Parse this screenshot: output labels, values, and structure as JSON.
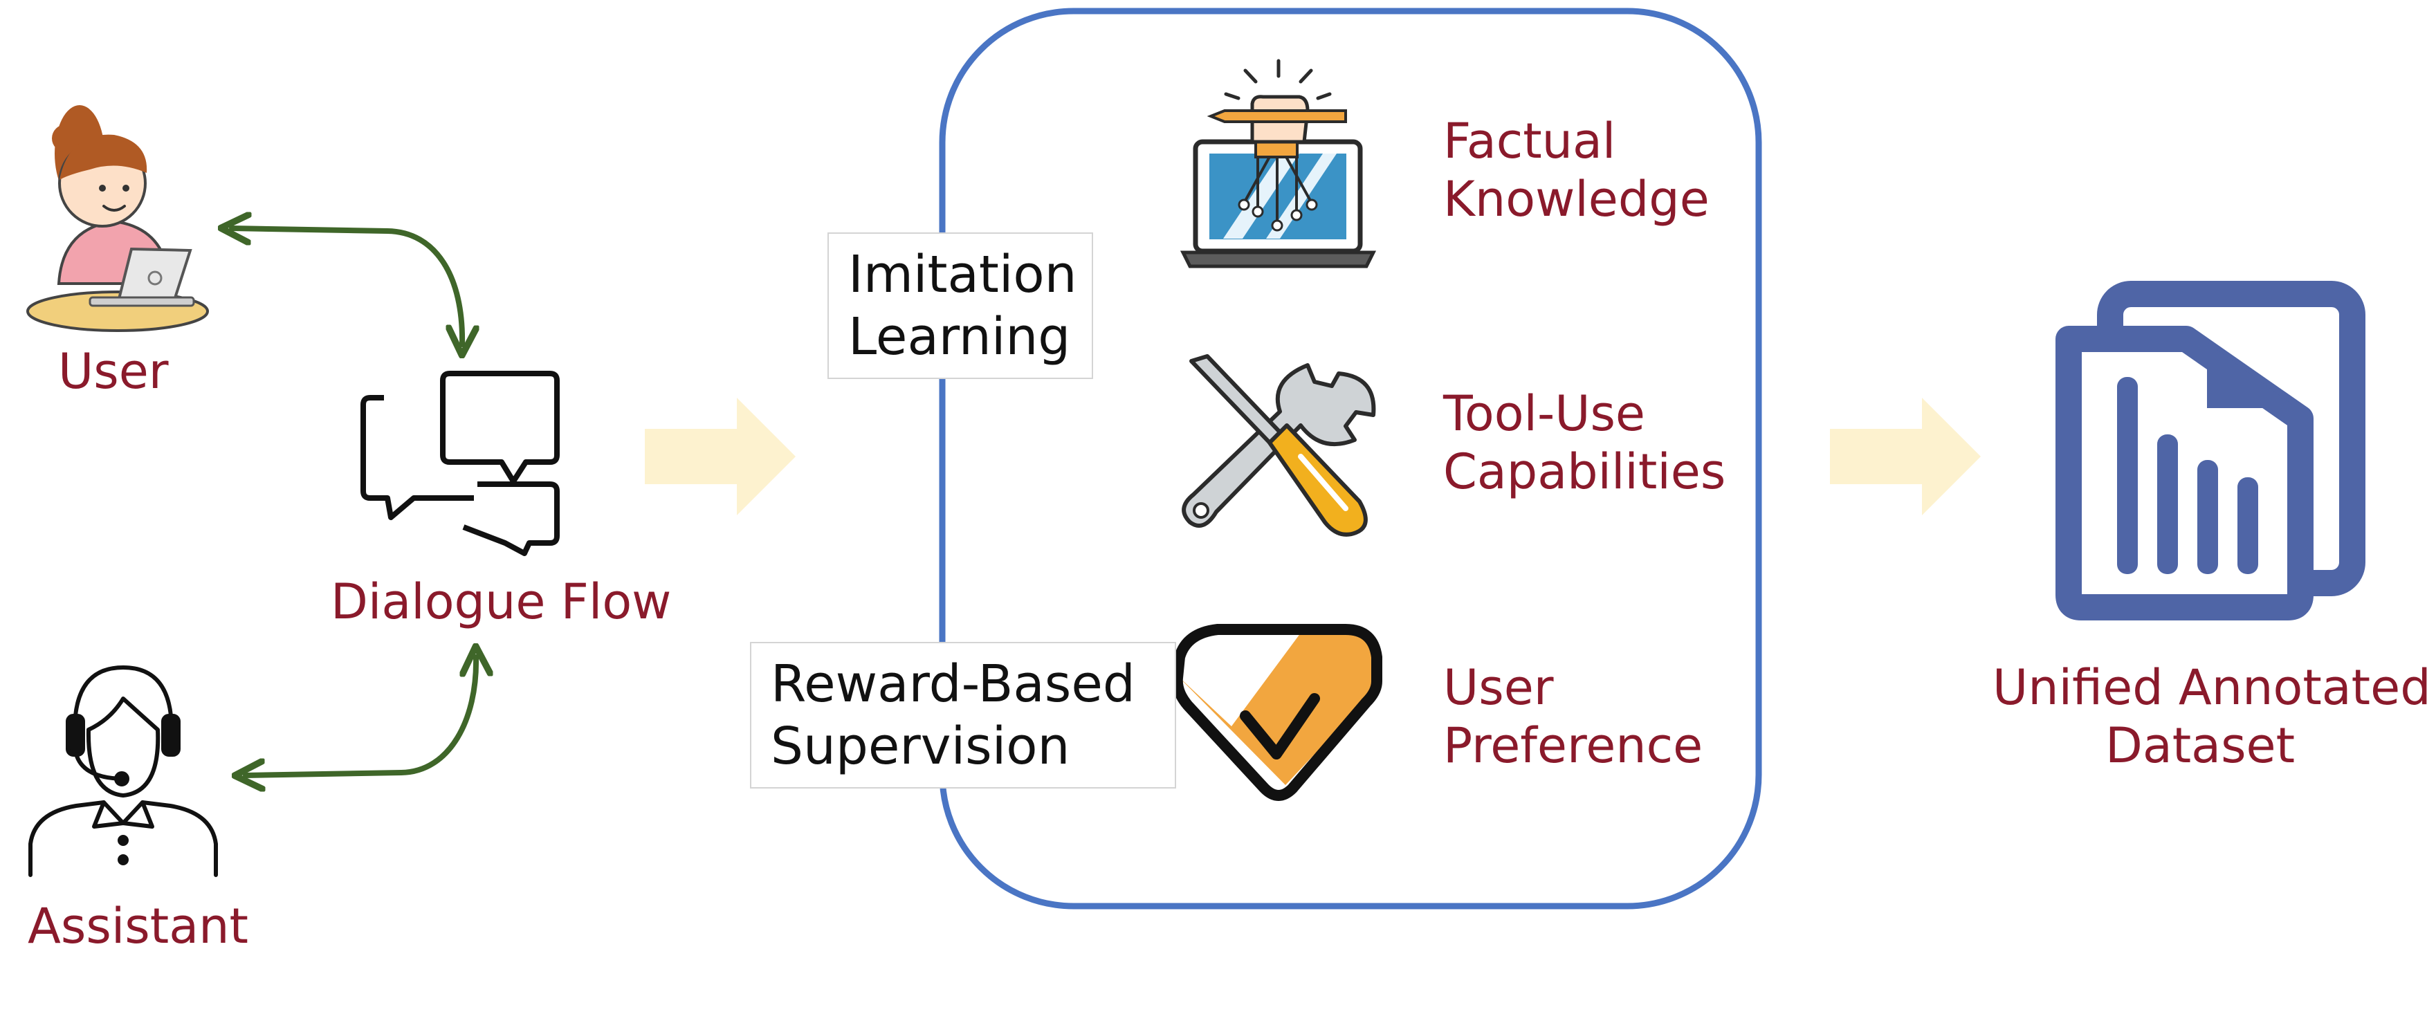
{
  "colors": {
    "label_text": "#8a1a2b",
    "arrow_green": "#3f6629",
    "frame_blue": "#4a75c4",
    "block_arrow_fill": "#fdf2cf",
    "dataset_icon": "#4f65a6",
    "accent_orange": "#f2a63f",
    "accent_blue": "#3b93c6"
  },
  "actors": {
    "user": "User",
    "assistant": "Assistant",
    "dialogue_flow": "Dialogue Flow"
  },
  "methods": {
    "imitation": [
      "Imitation",
      "Learning"
    ],
    "reward": [
      "Reward-Based",
      "Supervision"
    ]
  },
  "capabilities": [
    {
      "icon": "laptop-hand-pencil-icon",
      "lines": [
        "Factual",
        "Knowledge"
      ]
    },
    {
      "icon": "wrench-screwdriver-icon",
      "lines": [
        "Tool-Use",
        "Capabilities"
      ]
    },
    {
      "icon": "heart-checkmark-badge-icon",
      "lines": [
        "User",
        "Preference"
      ]
    }
  ],
  "output": {
    "lines": [
      "Unified Annotated",
      "Dataset"
    ]
  }
}
